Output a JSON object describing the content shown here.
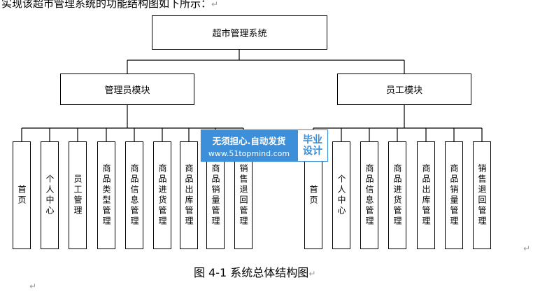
{
  "intro_text": "实现该超市管理系统的功能结构图如下所示：",
  "return_mark": "↵",
  "root": "超市管理系统",
  "modules": [
    {
      "name": "管理员模块",
      "children": [
        "首页",
        "个人中心",
        "员工管理",
        "商品类型管理",
        "商品信息管理",
        "商品进货管理",
        "商品出库管理",
        "商品销量管理",
        "销售退回管理"
      ]
    },
    {
      "name": "员工模块",
      "children": [
        "首页",
        "个人中心",
        "商品信息管理",
        "商品进货管理",
        "商品出库管理",
        "商品销量管理",
        "销售退回管理"
      ]
    }
  ],
  "caption": "图 4-1  系统总体结构图",
  "watermark": {
    "slogan": "无须担心.自动发货",
    "url": "www.51topmind.com",
    "badge_line1": "毕业",
    "badge_line2": "设计"
  },
  "colors": {
    "watermark_blue": "#3c8fd8",
    "line": "#000000"
  }
}
